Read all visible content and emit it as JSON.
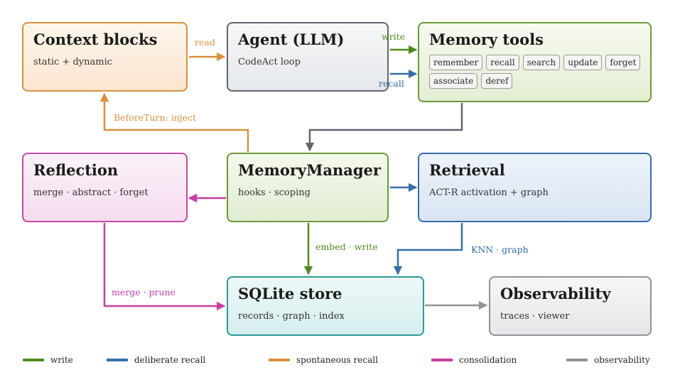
{
  "nodes": {
    "context": {
      "title": "Context blocks",
      "subtitle": "static + dynamic"
    },
    "agent": {
      "title": "Agent (LLM)",
      "subtitle": "CodeAct loop"
    },
    "tools": {
      "title": "Memory tools",
      "chips": [
        "remember",
        "recall",
        "search",
        "update",
        "forget",
        "associate",
        "deref"
      ]
    },
    "reflection": {
      "title": "Reflection",
      "subtitle": "merge · abstract · forget"
    },
    "manager": {
      "title": "MemoryManager",
      "subtitle": "hooks · scoping"
    },
    "retrieval": {
      "title": "Retrieval",
      "subtitle": "ACT-R activation + graph"
    },
    "sqlite": {
      "title": "SQLite store",
      "subtitle": "records · graph · index"
    },
    "observability": {
      "title": "Observability",
      "subtitle": "traces · viewer"
    }
  },
  "edges": {
    "read": "read",
    "write": "write",
    "recall": "recall",
    "inject": "BeforeTurn: inject",
    "embed": "embed · write",
    "knn": "KNN · graph",
    "merge": "merge · prune"
  },
  "legend": [
    {
      "label": "write",
      "color": "#4f8a1f"
    },
    {
      "label": "deliberate recall",
      "color": "#356ea8"
    },
    {
      "label": "spontaneous recall",
      "color": "#d9903c"
    },
    {
      "label": "consolidation",
      "color": "#c93ca5"
    },
    {
      "label": "observability",
      "color": "#8f9399"
    }
  ],
  "colors": {
    "write": "#4f8a1f",
    "deliberate_recall": "#356ea8",
    "spontaneous_recall": "#d9903c",
    "consolidation": "#c93ca5",
    "observability": "#8f9399",
    "internal": "#5f6670"
  }
}
